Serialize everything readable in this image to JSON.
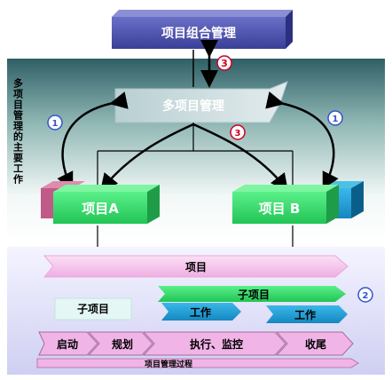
{
  "top_box": {
    "label": "项目组合管理"
  },
  "side_label": {
    "text": "多项目管理的主要工作"
  },
  "multi_box": {
    "label": "多项目管理"
  },
  "project_a": {
    "label": "项目A"
  },
  "project_b": {
    "label": "项目 B"
  },
  "markers": {
    "one": "1",
    "two": "2",
    "three": "3"
  },
  "bottom": {
    "project_bar": "项目",
    "sub_left": "子项目",
    "sub_right": "子项目",
    "work_1": "工作",
    "work_2": "工作",
    "phase_start": "启动",
    "phase_plan": "规划",
    "phase_exec": "执行、监控",
    "phase_close": "收尾",
    "process_label": "项目管理过程"
  },
  "colors": {
    "navy": "#4a4fa8",
    "teal_top": "#2f5f66",
    "pink_bar": "#f6c6ee",
    "green": "#33dd66",
    "blue": "#1aa0d8",
    "phase_pink": "#f0b4e6",
    "lavender": "#d8d8f8",
    "marker_blue": "#3355cc",
    "marker_red": "#cc0022"
  }
}
